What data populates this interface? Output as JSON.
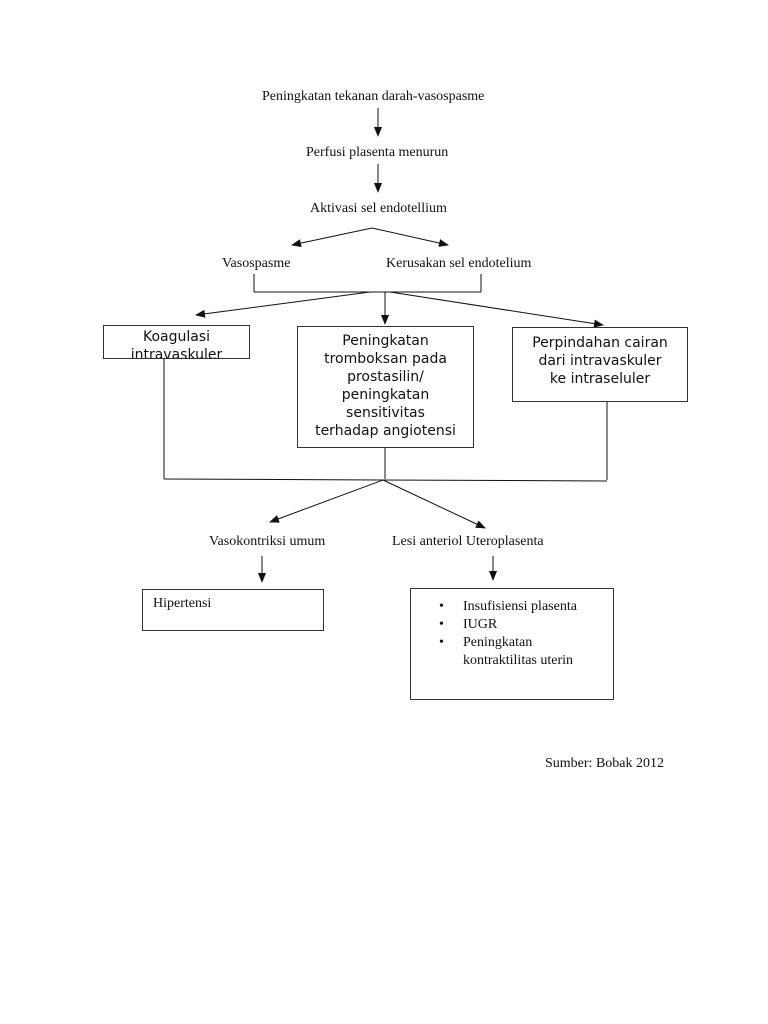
{
  "nodes": {
    "n1": "Peningkatan tekanan darah-vasospasme",
    "n2": "Perfusi plasenta menurun",
    "n3": "Aktivasi sel endotellium",
    "vasospasme": "Vasospasme",
    "kerusakan": "Kerusakan sel endotelium",
    "vasokontriksi": "Vasokontriksi umum",
    "lesi": "Lesi anteriol Uteroplasenta"
  },
  "boxes": {
    "koagulasi": [
      "Koagulasi",
      "intravaskuler"
    ],
    "tromboksan": [
      "Peningkatan",
      "tromboksan pada",
      "prostasilin/",
      "peningkatan",
      "sensitivitas",
      "terhadap angiotensi"
    ],
    "perpindahan": [
      "Perpindahan cairan",
      "dari intravaskuler",
      "ke intraseluler"
    ],
    "hipertensi": "Hipertensi",
    "effects": [
      "Insufisiensi plasenta",
      "IUGR",
      "Peningkatan kontraktilitas uterin"
    ]
  },
  "source": "Sumber: Bobak 2012"
}
